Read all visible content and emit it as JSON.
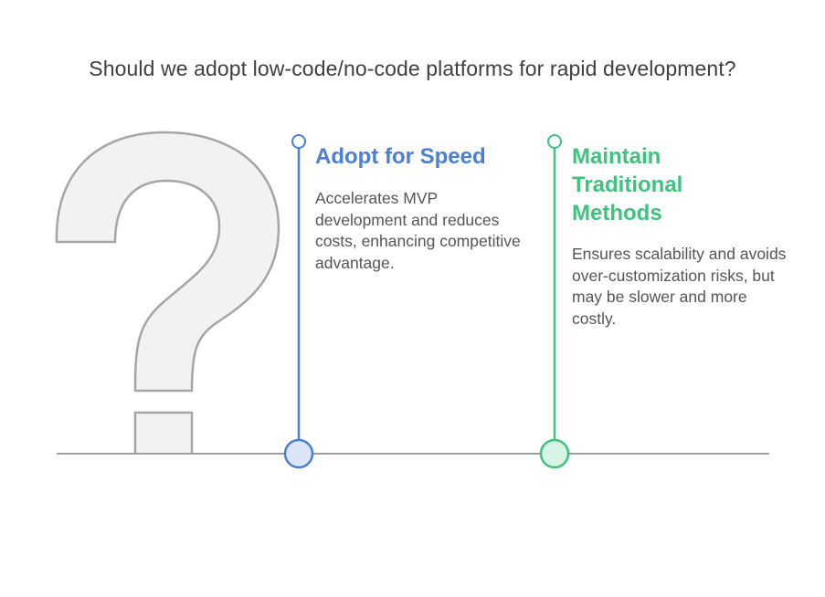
{
  "title": "Should we adopt low-code/no-code platforms for rapid development?",
  "colors": {
    "option_1": "#4a7fd4",
    "option_2": "#3ec27e",
    "baseline": "#9e9e9e",
    "question_mark_fill": "#f2f2f2",
    "question_mark_stroke": "#a5a5a5"
  },
  "decoration_icon": "question-mark-icon",
  "options": [
    {
      "title": "Adopt for Speed",
      "description": "Accelerates MVP development and reduces costs, enhancing competitive advantage."
    },
    {
      "title": "Maintain Traditional Methods",
      "description": "Ensures scalability and avoids over-customization risks, but may be slower and more costly."
    }
  ]
}
